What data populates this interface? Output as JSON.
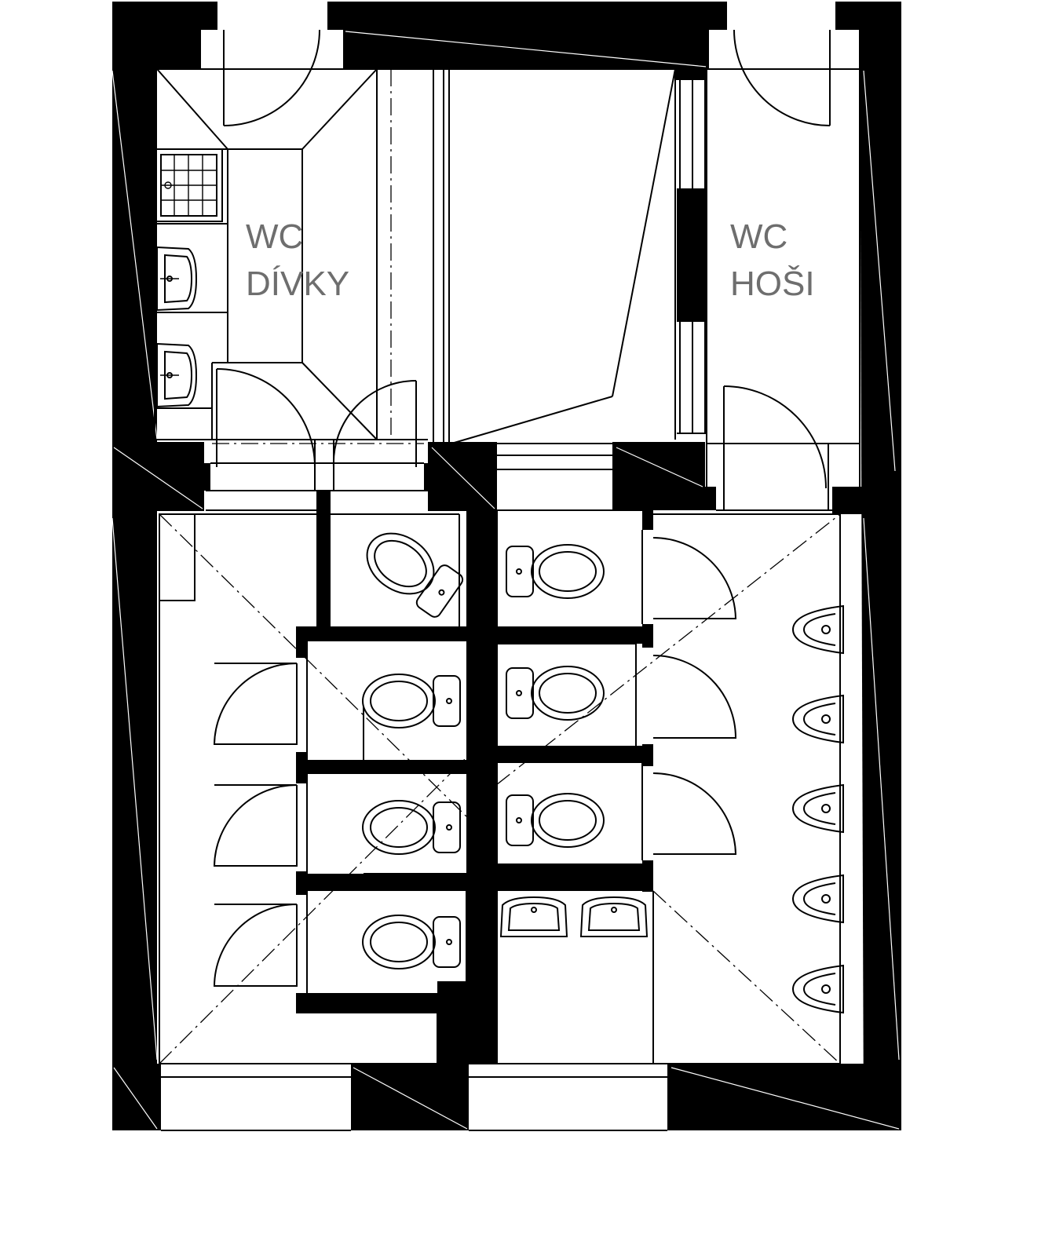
{
  "rooms": {
    "girls": {
      "line1": "WC",
      "line2": "DÍVKY"
    },
    "boys": {
      "line1": "WC",
      "line2": "HOŠI"
    }
  },
  "colors": {
    "wall": "#000000",
    "label": "#6e6e6e",
    "background": "#ffffff"
  }
}
